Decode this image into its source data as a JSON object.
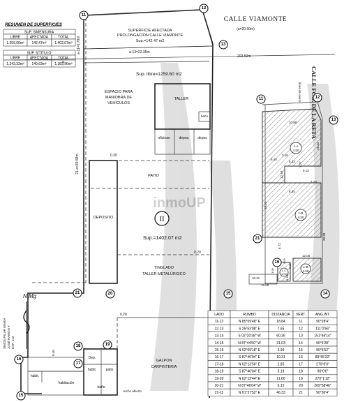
{
  "street": "CALLE VIAMONTE",
  "street_width": "(a=20.00m)",
  "side_street": "CALLE FCO. DE LA RETA",
  "linea_cierre": "línea de cierre",
  "summary": {
    "title": "RESUMEN DE SUPERFICIES",
    "mensura": {
      "header": "SUP. S/MENSURA",
      "cols": [
        "LIBRE",
        "AFECTADA",
        "TOTAL"
      ],
      "vals": [
        "1.259,60m²",
        "142,47m²",
        "1.402,07m²"
      ]
    },
    "titulo": {
      "header": "SUP. S/TITULO",
      "cols": [
        "LIBRE",
        "AFECTADA",
        "TOTAL"
      ],
      "vals": [
        "1.243,33m²",
        "140,63m²",
        "1.383,96m²"
      ]
    }
  },
  "plan": {
    "afectada": [
      "SUPERFICIE AFECTADA",
      "PROLONGACIÓN CALLE VIAMONTE",
      "Sup.=142.47 m2"
    ],
    "sup_libre": "Sup. libre=1259.60 m2",
    "a_label": "a",
    "a11": "a-11=6.79m",
    "a13": "a-13=22.35m",
    "d1": "203.50m",
    "d_left": "21-a=39.58m",
    "espacio": [
      "ESPACIO PARA",
      "MANIOBRA DE",
      "VEHÍCULOS"
    ],
    "taller": "TALLER",
    "oficinas": "oficinas",
    "depos1": "depos.",
    "depos2": "depos",
    "bano": "baño",
    "patio": "PATIO",
    "deposito": "DEPOSITO",
    "lot_number": "II",
    "sup_total": "Sup.=1402.07 m2",
    "tinglado": "TINGLADO",
    "taller_met": "TALLER METALÚRGICO",
    "galpon": [
      "GALPON",
      "CARPINTERIA"
    ],
    "dep": "Dep.",
    "habit1": "habit.",
    "habit2": "habit.",
    "habitacion": "habitación",
    "patio2": "patio",
    "bano2": "baño",
    "techo": "techo abierto",
    "d020a": "0.20",
    "d020b": "0.20",
    "d020c": "0.20",
    "d040": "0.40",
    "north": "N Mg",
    "neighbor": [
      "SIMÓN PILAR MARIA",
      "JOSÉ RAMÓN Y",
      "EXP. 113"
    ],
    "watermark": "inmoUP",
    "badges": [
      "11",
      "12",
      "13",
      "21",
      "20",
      "19",
      "18",
      "17",
      "16",
      "15"
    ]
  },
  "inset": {
    "badges": [
      "11",
      "12",
      "13",
      "21",
      "14",
      "15",
      "16"
    ],
    "dims": [
      "10.99",
      "6.40",
      "5.32",
      "9.13",
      "3.10",
      "7.20",
      "8.35",
      "18.22",
      "12.49",
      "3.77",
      "18.41",
      "30.38",
      "6.72",
      "2.09",
      "3.98",
      "10.31",
      "15.59",
      "6.85",
      "3.18",
      "12.05"
    ],
    "blocks": [
      {
        "id": "1-A",
        "area": "4.50"
      },
      {
        "id": "1-B",
        "area": "4.50"
      },
      {
        "id": "1-B",
        "area": "4.50"
      },
      {
        "id": "1-C",
        "area": "3.00"
      }
    ]
  },
  "rumbos": {
    "headers": [
      "LADO",
      "RUMBO",
      "DISTANCIA",
      "VERT.",
      "ANG.INT."
    ],
    "rows": [
      [
        "11-12",
        "N 85°09'48\" E",
        "18.84",
        "11",
        "90°28'4\""
      ],
      [
        "12-13",
        "S 25°53'08\" E",
        "7.65",
        "12",
        "111°2'56\""
      ],
      [
        "13-14",
        "S 02°20'38\" W",
        "60.36",
        "13",
        "151°46'14\""
      ],
      [
        "14-15",
        "N 87°44'50\" W",
        "31.03",
        "14",
        "90°5'28\""
      ],
      [
        "15-16",
        "N 02°09'18\" E",
        "3.99",
        "15",
        "90°5'52\""
      ],
      [
        "16-17",
        "S 87°46'04\" E",
        "10.31",
        "16",
        "89°55'22\""
      ],
      [
        "17-18",
        "N 02°13'56\" E",
        "2.85",
        "17",
        "270°0'0\""
      ],
      [
        "18-19",
        "S 87°46'04\" E",
        "5.19",
        "18",
        "90°0'0\""
      ],
      [
        "19-20",
        "N 02°12'44\" E",
        "11.60",
        "19",
        "270°1'12\""
      ],
      [
        "20-21",
        "N 87°46'04\" W",
        "6.15",
        "20",
        "269°58'46\""
      ],
      [
        "21-11",
        "N 01°37'52\" E",
        "46.33",
        "21",
        "90°36'4\""
      ]
    ]
  }
}
